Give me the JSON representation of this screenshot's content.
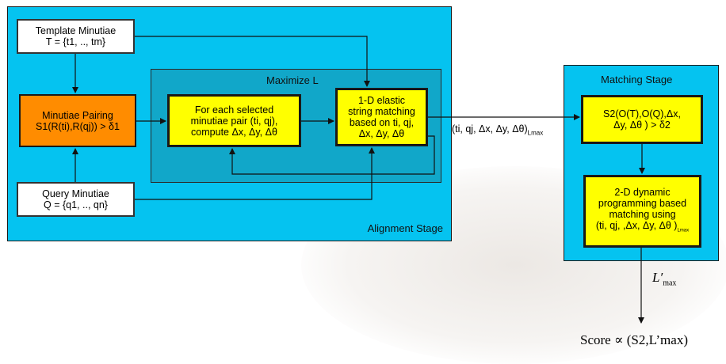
{
  "stages": {
    "alignment": "Alignment Stage",
    "maximize": "Maximize L",
    "matching": "Matching Stage"
  },
  "boxes": {
    "template": "Template Minutiae\nT = {t1, .., tm}",
    "query": "Query Minutiae\nQ = {q1, .., qn}",
    "pairing": "Minutiae Pairing\nS1(R(ti),R(qj)) > δ1",
    "compute": "For each selected\nminutiae pair (ti, qj),\ncompute Δx, Δy, Δθ",
    "elastic": "1-D elastic\nstring matching\nbased on ti, qj,\nΔx, Δy, Δθ",
    "s2": "S2(O(T),O(Q),Δx,\nΔy, Δθ ) > δ2",
    "dp": "2-D dynamic\nprogramming based\nmatching using\n(ti, qj, ,Δx, Δy, Δθ )"
  },
  "labels": {
    "tuple": "(ti, qj, Δx, Δy, Δθ)",
    "tuple_sub": "Lmax",
    "dp_sub": "Lmax",
    "lmax_prime": "L′",
    "lmax_prime_sub": "max",
    "score": "Score ∝ (S2,L’max)"
  },
  "colors": {
    "stage_bg": "#05c3f0",
    "maximize_bg": "#11a7c9",
    "orange": "#ff8c00",
    "yellow": "#ffff00"
  }
}
